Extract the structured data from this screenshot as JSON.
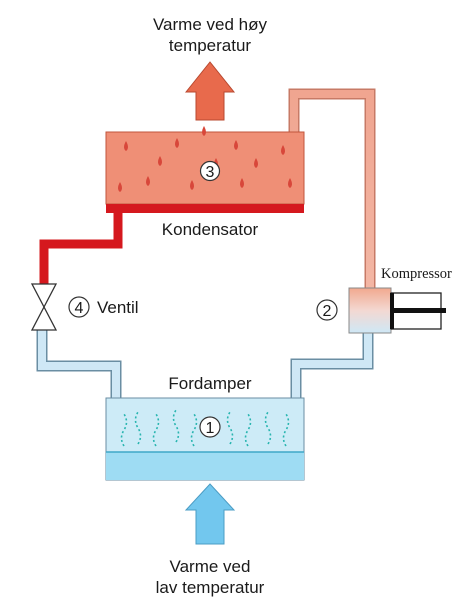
{
  "labels": {
    "heat_out": [
      "Varme ved høy",
      "temperatur"
    ],
    "heat_in": [
      "Varme ved",
      "lav temperatur"
    ],
    "condenser": "Kondensator",
    "evaporator": "Fordamper",
    "compressor": "Kompressor",
    "valve": "Ventil"
  },
  "numbers": {
    "evaporator": "1",
    "compressor": "2",
    "condenser": "3",
    "valve": "4"
  },
  "colors": {
    "hot_box": "#ef8f76",
    "hot_box_edge": "#c2553c",
    "hot_pipe": "#f0a590",
    "hot_pipe_edge": "#c77a66",
    "hot_liquid": "#d5181e",
    "cold_pipe": "#cfe8f6",
    "cold_pipe_edge": "#6a8ea3",
    "cold_box": "#cdebf7",
    "cold_water": "#9edcf3",
    "arrow_hot": "#e86a4c",
    "arrow_cold": "#72c7ee",
    "droplet": "#d8473a",
    "vapor": "#28b5b0"
  }
}
